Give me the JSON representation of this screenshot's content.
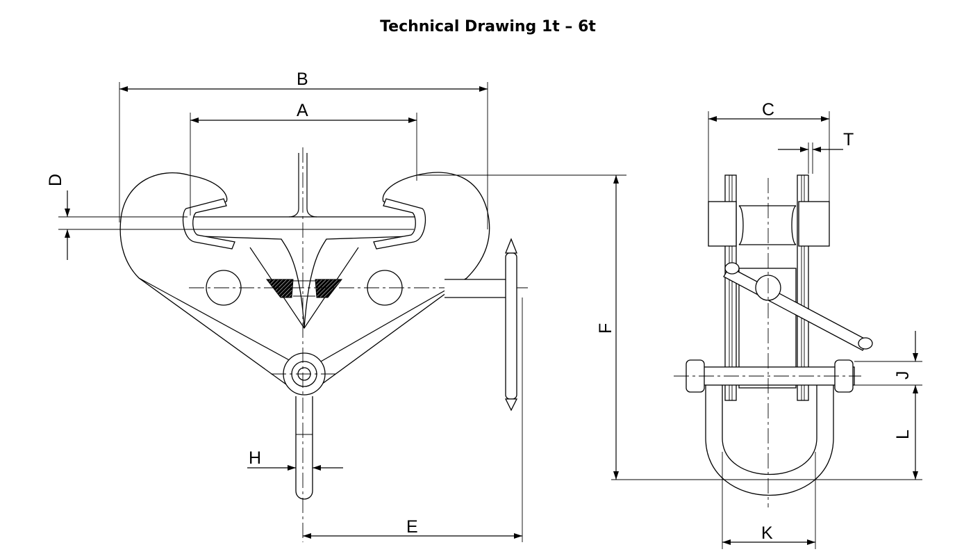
{
  "title": "Technical Drawing 1t – 6t",
  "dimensions": {
    "A": "A",
    "B": "B",
    "C": "C",
    "D": "D",
    "E": "E",
    "F": "F",
    "H": "H",
    "J": "J",
    "K": "K",
    "L": "L",
    "T": "T"
  }
}
